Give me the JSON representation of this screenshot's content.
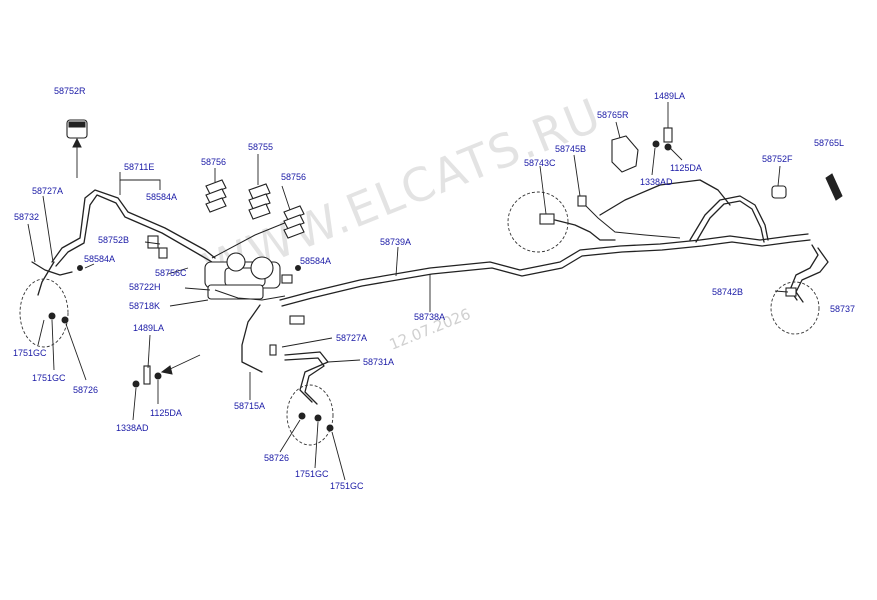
{
  "watermark": {
    "site": "WWW.ELCATS.RU",
    "date": "12.07.2026"
  },
  "labels": {
    "l58752R": "58752R",
    "l58711E": "58711E",
    "l58584A_top": "58584A",
    "l58756_a": "58756",
    "l58755": "58755",
    "l58756_b": "58756",
    "l58727A_left": "58727A",
    "l58732": "58732",
    "l58752B": "58752B",
    "l58756C": "58756C",
    "l58584A_left": "58584A",
    "l58722H": "58722H",
    "l58584A_mid": "58584A",
    "l58718K": "58718K",
    "l1489LA_left": "1489LA",
    "l1751GC_left1": "1751GC",
    "l1751GC_left2": "1751GC",
    "l58726_left": "58726",
    "l1338AD_left": "1338AD",
    "l1125DA_left": "1125DA",
    "l58739A": "58739A",
    "l58738A": "58738A",
    "l58727A_mid": "58727A",
    "l58731A": "58731A",
    "l58715A": "58715A",
    "l58726_mid": "58726",
    "l1751GC_mid1": "1751GC",
    "l1751GC_mid2": "1751GC",
    "l58765R": "58765R",
    "l1489LA_right": "1489LA",
    "l58745B": "58745B",
    "l58743C": "58743C",
    "l1125DA_right": "1125DA",
    "l1338AD_right": "1338AD",
    "l58752F": "58752F",
    "l58765L": "58765L",
    "l58742B": "58742B",
    "l58737": "58737"
  }
}
